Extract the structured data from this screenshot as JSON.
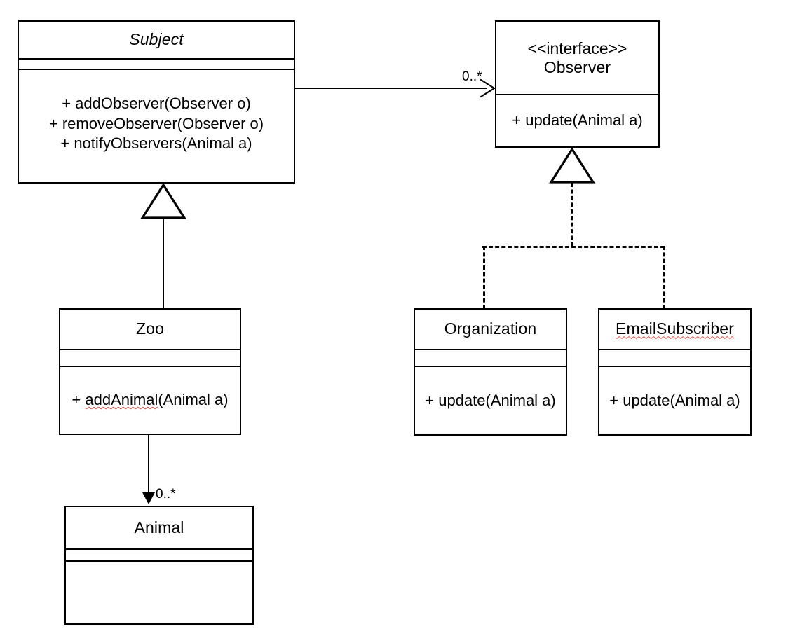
{
  "diagram": {
    "type": "uml-class-diagram",
    "pattern": "Observer",
    "background_color": "#ffffff",
    "line_color": "#000000",
    "spellcheck_underline_color": "#e8493f"
  },
  "classes": {
    "subject": {
      "name": "Subject",
      "is_abstract": true,
      "stereotype": "",
      "attributes": [],
      "operations": [
        "+ addObserver(Observer o)",
        "+ removeObserver(Observer o)",
        "+ notifyObservers(Animal a)"
      ]
    },
    "observer": {
      "name": "Observer",
      "is_abstract": false,
      "stereotype": "<<interface>>",
      "attributes": [],
      "operations": [
        "+ update(Animal a)"
      ]
    },
    "zoo": {
      "name": "Zoo",
      "is_abstract": false,
      "stereotype": "",
      "attributes": [],
      "operations": [
        "+ addAnimal(Animal a)"
      ],
      "operation_misspelled_token": "addAnimal"
    },
    "organization": {
      "name": "Organization",
      "is_abstract": false,
      "stereotype": "",
      "attributes": [],
      "operations": [
        "+ update(Animal a)"
      ]
    },
    "email_subscriber": {
      "name": "EmailSubscriber",
      "is_abstract": false,
      "stereotype": "",
      "name_misspelled": true,
      "attributes": [],
      "operations": [
        "+ update(Animal a)"
      ]
    },
    "animal": {
      "name": "Animal",
      "is_abstract": false,
      "stereotype": "",
      "attributes": [],
      "operations": []
    }
  },
  "relationships": {
    "subject_observes": {
      "kind": "association",
      "from": "Subject",
      "to": "Observer",
      "target_multiplicity": "0..*"
    },
    "zoo_extends_subject": {
      "kind": "generalization",
      "from": "Zoo",
      "to": "Subject"
    },
    "zoo_has_animals": {
      "kind": "association",
      "from": "Zoo",
      "to": "Animal",
      "target_multiplicity": "0..*"
    },
    "organization_implements_observer": {
      "kind": "realization",
      "from": "Organization",
      "to": "Observer"
    },
    "emailsubscriber_implements_observer": {
      "kind": "realization",
      "from": "EmailSubscriber",
      "to": "Observer"
    }
  }
}
